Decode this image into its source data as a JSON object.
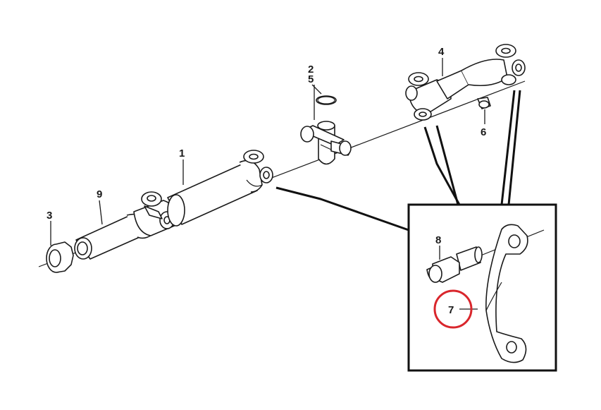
{
  "callouts": {
    "c1": "1",
    "c2": "2",
    "c3": "3",
    "c4": "4",
    "c5": "5",
    "c6": "6",
    "c7": "7",
    "c8": "8",
    "c9": "9"
  },
  "highlight": {
    "part": "7",
    "color": "#d9262c"
  }
}
